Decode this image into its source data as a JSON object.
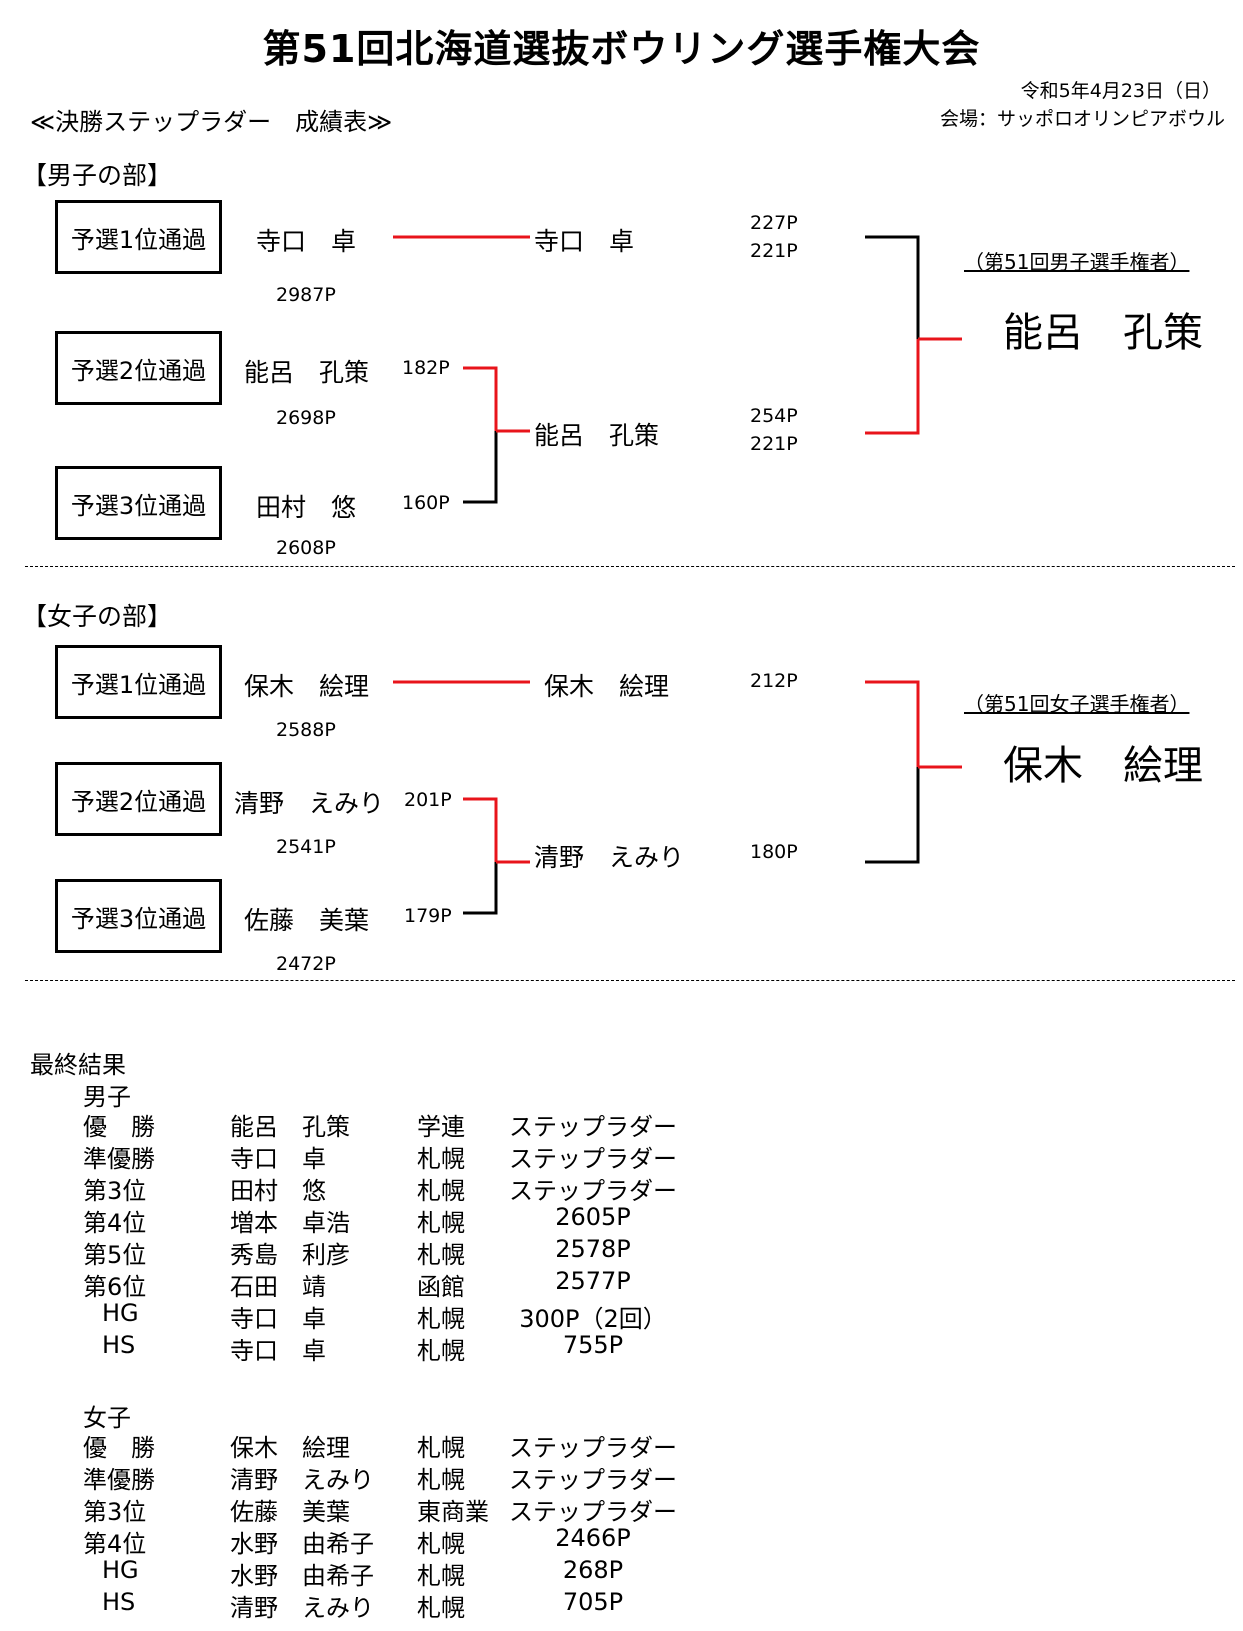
{
  "header": {
    "title": "第51回北海道選抜ボウリング選手権大会",
    "date": "令和5年4月23日（日）",
    "venue": "会場：サッポロオリンピアボウル",
    "subtitle": "≪決勝ステップラダー　成績表≫"
  },
  "men": {
    "label": "【男子の部】",
    "seeds": [
      {
        "qual": "予選1位通過",
        "name": "寺口　卓",
        "total": "2987P",
        "score": ""
      },
      {
        "qual": "予選2位通過",
        "name": "能呂　孔策",
        "total": "2698P",
        "score": "182P"
      },
      {
        "qual": "予選3位通過",
        "name": "田村　悠",
        "total": "2608P",
        "score": "160P"
      }
    ],
    "round2": [
      {
        "name": "寺口　卓",
        "score1": "227P",
        "score2": "221P"
      },
      {
        "name": "能呂　孔策",
        "score1": "254P",
        "score2": "221P"
      }
    ],
    "champion_label": "（第51回男子選手権者）",
    "champion": "能呂　孔策"
  },
  "women": {
    "label": "【女子の部】",
    "seeds": [
      {
        "qual": "予選1位通過",
        "name": "保木　絵理",
        "total": "2588P",
        "score": ""
      },
      {
        "qual": "予選2位通過",
        "name": "清野　えみり",
        "total": "2541P",
        "score": "201P"
      },
      {
        "qual": "予選3位通過",
        "name": "佐藤　美葉",
        "total": "2472P",
        "score": "179P"
      }
    ],
    "round2": [
      {
        "name": "保木　絵理",
        "score1": "212P"
      },
      {
        "name": "清野　えみり",
        "score1": "180P"
      }
    ],
    "champion_label": "（第51回女子選手権者）",
    "champion": "保木　絵理"
  },
  "final_results": {
    "title": "最終結果",
    "men": {
      "label": "男子",
      "rows": [
        {
          "rank": "優　勝",
          "name": "能呂　孔策",
          "club": "学連",
          "result": "ステップラダー"
        },
        {
          "rank": "準優勝",
          "name": "寺口　卓",
          "club": "札幌",
          "result": "ステップラダー"
        },
        {
          "rank": "第3位",
          "name": "田村　悠",
          "club": "札幌",
          "result": "ステップラダー"
        },
        {
          "rank": "第4位",
          "name": "増本　卓浩",
          "club": "札幌",
          "result": "2605P"
        },
        {
          "rank": "第5位",
          "name": "秀島　利彦",
          "club": "札幌",
          "result": "2578P"
        },
        {
          "rank": "第6位",
          "name": "石田　靖",
          "club": "函館",
          "result": "2577P"
        },
        {
          "rank": "HG",
          "name": "寺口　卓",
          "club": "札幌",
          "result": "300P（2回）"
        },
        {
          "rank": "HS",
          "name": "寺口　卓",
          "club": "札幌",
          "result": "755P"
        }
      ]
    },
    "women": {
      "label": "女子",
      "rows": [
        {
          "rank": "優　勝",
          "name": "保木　絵理",
          "club": "札幌",
          "result": "ステップラダー"
        },
        {
          "rank": "準優勝",
          "name": "清野　えみり",
          "club": "札幌",
          "result": "ステップラダー"
        },
        {
          "rank": "第3位",
          "name": "佐藤　美葉",
          "club": "東商業",
          "result": "ステップラダー"
        },
        {
          "rank": "第4位",
          "name": "水野　由希子",
          "club": "札幌",
          "result": "2466P"
        },
        {
          "rank": "HG",
          "name": "水野　由希子",
          "club": "札幌",
          "result": "268P"
        },
        {
          "rank": "HS",
          "name": "清野　えみり",
          "club": "札幌",
          "result": "705P"
        }
      ]
    }
  },
  "colors": {
    "win_line": "#e8141b",
    "lose_line": "#000000"
  }
}
